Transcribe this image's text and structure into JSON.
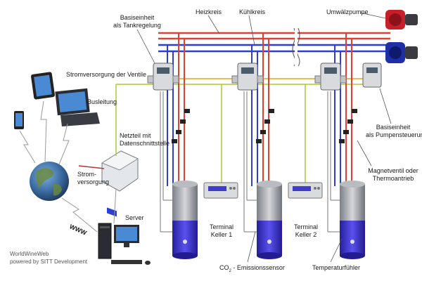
{
  "labels": {
    "basiseinheit_tank_1": "Basiseinheit",
    "basiseinheit_tank_2": "als Tankregelung",
    "heizkreis": "Heizkreis",
    "kuehlkreis": "Kühlkreis",
    "umwaelzpumpe": "Umwälzpumpe",
    "stromversorgung_ventile": "Stromversorgung der Ventile",
    "busleitung": "Busleitung",
    "netzteil_1": "Netzteil mit",
    "netzteil_2": "Datenschnittstelle",
    "strom_1": "Strom-",
    "strom_2": "versorgung",
    "server": "Server",
    "www": "WWW",
    "terminal1_1": "Terminal",
    "terminal1_2": "Keller 1",
    "terminal2_1": "Terminal",
    "terminal2_2": "Keller 2",
    "co2_prefix": "CO",
    "co2_sub": "2",
    "co2_suffix": " - Emissionssensor",
    "temperaturfuehler": "Temperaturfühler",
    "basiseinheit_pumpe_1": "Basiseinheit",
    "basiseinheit_pumpe_2": "als Pumpensteuerung",
    "magnetventil_1": "Magnetventil oder",
    "magnetventil_2": "Thermoantrieb",
    "worldwide_1": "WorldWineWeb",
    "worldwide_2": "powered by SITT Development"
  },
  "colors": {
    "heat_pipe": "#e0412f",
    "cool_pipe": "#2b3fd0",
    "power_line": "#e8a028",
    "bus_line": "#a8c83a",
    "tank_top": "#a0a4ab",
    "tank_bottom": "#3c33c8",
    "device": "#d8dadd"
  }
}
